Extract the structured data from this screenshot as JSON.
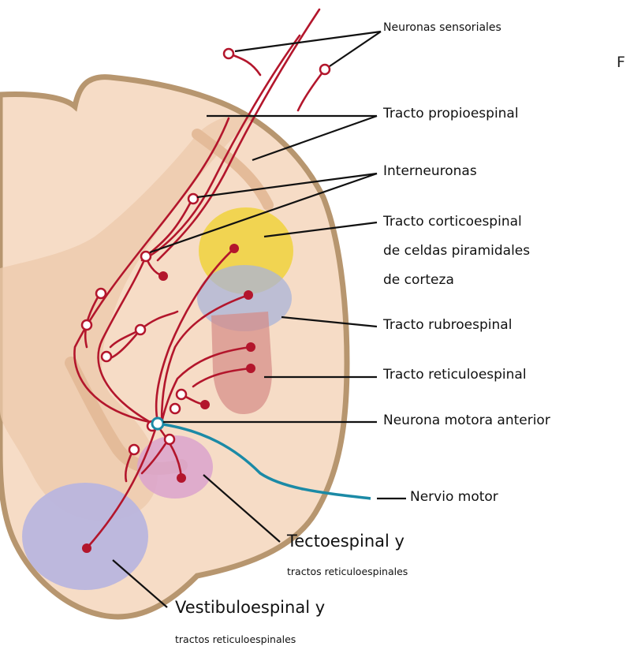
{
  "labels": {
    "sensory_neurons": "Neuronas sensoriales",
    "propiospinal_tract": "Tracto propioespinal",
    "interneurons": "Interneuronas",
    "corticospinal_line1": "Tracto corticoespinal",
    "corticospinal_line2": "de celdas piramidales",
    "corticospinal_line3": "de corteza",
    "rubrospinal_tract": "Tracto rubroespinal",
    "reticulospinal_tract": "Tracto reticuloespinal",
    "anterior_motor_neuron": "Neurona motora anterior",
    "motor_nerve": "Nervio motor",
    "tectospinal_title": "Tectoespinal y",
    "tectospinal_sub": "tractos reticuloespinales",
    "vestibulospinal_title": "Vestibuloespinal y",
    "vestibulospinal_sub": "tractos reticuloespinales",
    "edge_fragment": "F"
  },
  "colors": {
    "cord_fill": "#f6dcc6",
    "cord_edge": "#b7966f",
    "gray_matter": "#e9c4a6",
    "neuron_red": "#b3162c",
    "nerve_teal": "#1b8aa6",
    "corticospinal_yellow": "#f0d23c",
    "rubrospinal_blue": "#a9b4d8",
    "reticulospinal_red": "#d58a86",
    "tectospinal_pink": "#dba3cc",
    "vestibulospinal_lavender": "#b9b5de"
  }
}
